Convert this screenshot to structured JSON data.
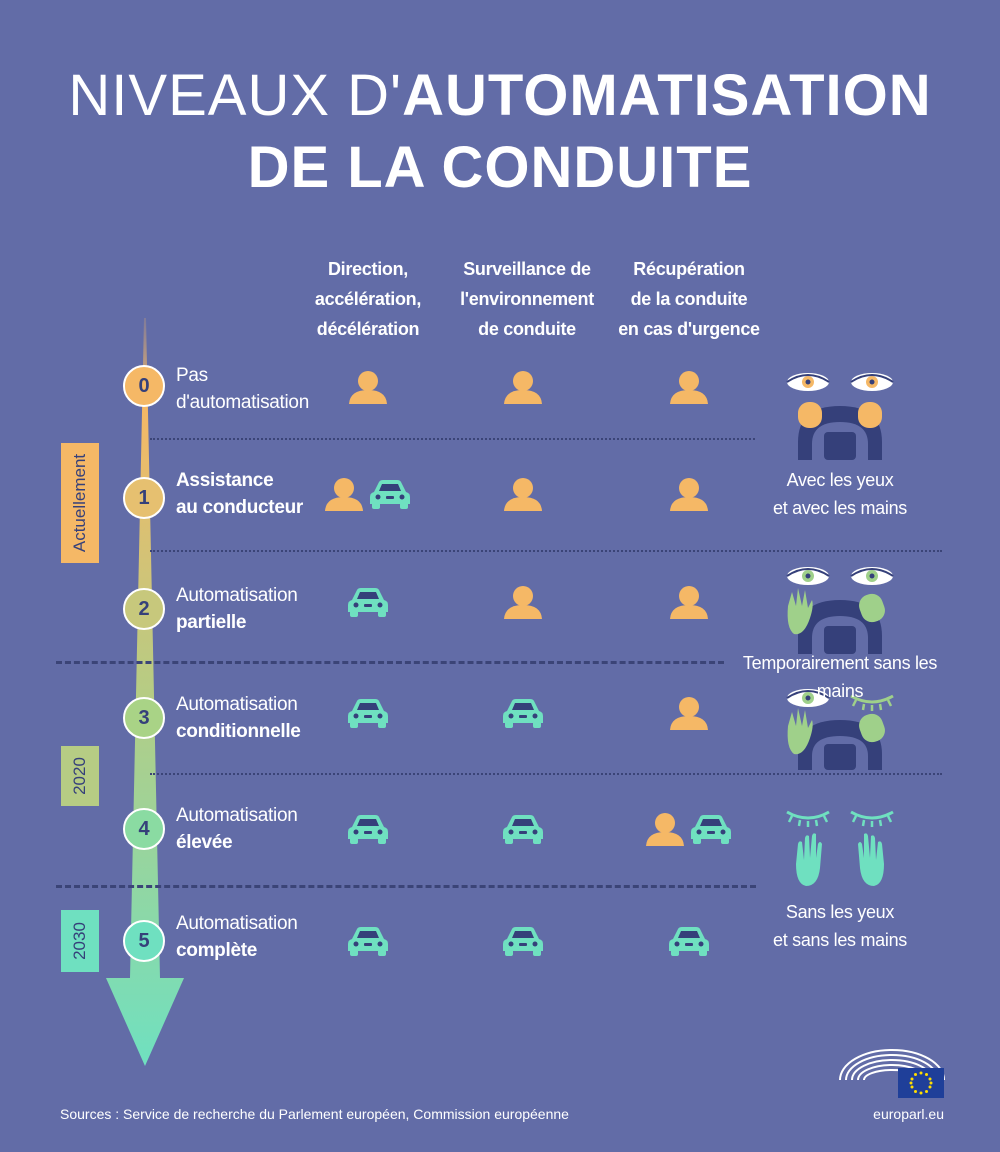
{
  "title": {
    "thin": "NIVEAUX D'",
    "bold1": "AUTOMATISATION",
    "bold2": "DE LA CONDUITE"
  },
  "columns": [
    {
      "lines": [
        "Direction,",
        "accélération,",
        "décélération"
      ]
    },
    {
      "lines": [
        "Surveillance de",
        "l'environnement",
        "de conduite"
      ]
    },
    {
      "lines": [
        "Récupération",
        "de la conduite",
        "en cas d'urgence"
      ]
    }
  ],
  "levels": [
    {
      "num": "0",
      "line1": "Pas",
      "line2": "d'automatisation",
      "cells": [
        [
          "person"
        ],
        [
          "person"
        ],
        [
          "person"
        ]
      ]
    },
    {
      "num": "1",
      "line1": "Assistance",
      "line2": "au conducteur",
      "cells": [
        [
          "person",
          "car"
        ],
        [
          "person"
        ],
        [
          "person"
        ]
      ]
    },
    {
      "num": "2",
      "line1": "Automatisation",
      "line2": "partielle",
      "cells": [
        [
          "car"
        ],
        [
          "person"
        ],
        [
          "person"
        ]
      ]
    },
    {
      "num": "3",
      "line1": "Automatisation",
      "line2": "conditionnelle",
      "cells": [
        [
          "car"
        ],
        [
          "car"
        ],
        [
          "person"
        ]
      ]
    },
    {
      "num": "4",
      "line1": "Automatisation",
      "line2": "élevée",
      "cells": [
        [
          "car"
        ],
        [
          "car"
        ],
        [
          "person",
          "car"
        ]
      ]
    },
    {
      "num": "5",
      "line1": "Automatisation",
      "line2": "complète",
      "cells": [
        [
          "car"
        ],
        [
          "car"
        ],
        [
          "car"
        ]
      ]
    }
  ],
  "timeline": [
    "Actuellement",
    "2020",
    "2030"
  ],
  "captions": {
    "a": [
      "Avec les yeux",
      "et avec les mains"
    ],
    "b": [
      "Temporairement sans les mains"
    ],
    "c": [
      "Sans les yeux",
      "et sans les mains"
    ]
  },
  "footer": {
    "sources": "Sources : Service de recherche du Parlement européen, Commission européenne",
    "url": "europarl.eu"
  },
  "colors": {
    "background": "#626ca7",
    "human": "#f5b866",
    "machine": "#6fe0c0",
    "hand_auto": "#9fd08a",
    "dark": "#35407a"
  }
}
